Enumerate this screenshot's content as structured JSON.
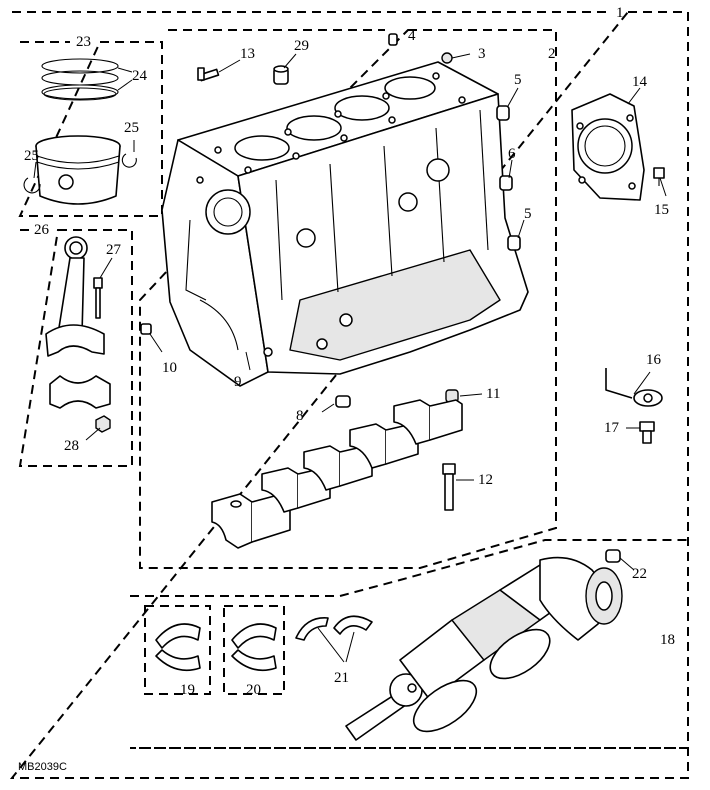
{
  "diagram": {
    "drawing_code": "MB2039C",
    "callouts": {
      "c1": "1",
      "c2": "2",
      "c3": "3",
      "c4": "4",
      "c5a": "5",
      "c5b": "5",
      "c6": "6",
      "c8": "8",
      "c9": "9",
      "c10": "10",
      "c11": "11",
      "c12": "12",
      "c13": "13",
      "c14": "14",
      "c15": "15",
      "c16": "16",
      "c17": "17",
      "c18": "18",
      "c19": "19",
      "c20": "20",
      "c21": "21",
      "c22": "22",
      "c23": "23",
      "c24": "24",
      "c25a": "25",
      "c25b": "25",
      "c26": "26",
      "c27": "27",
      "c28": "28",
      "c29": "29"
    }
  }
}
